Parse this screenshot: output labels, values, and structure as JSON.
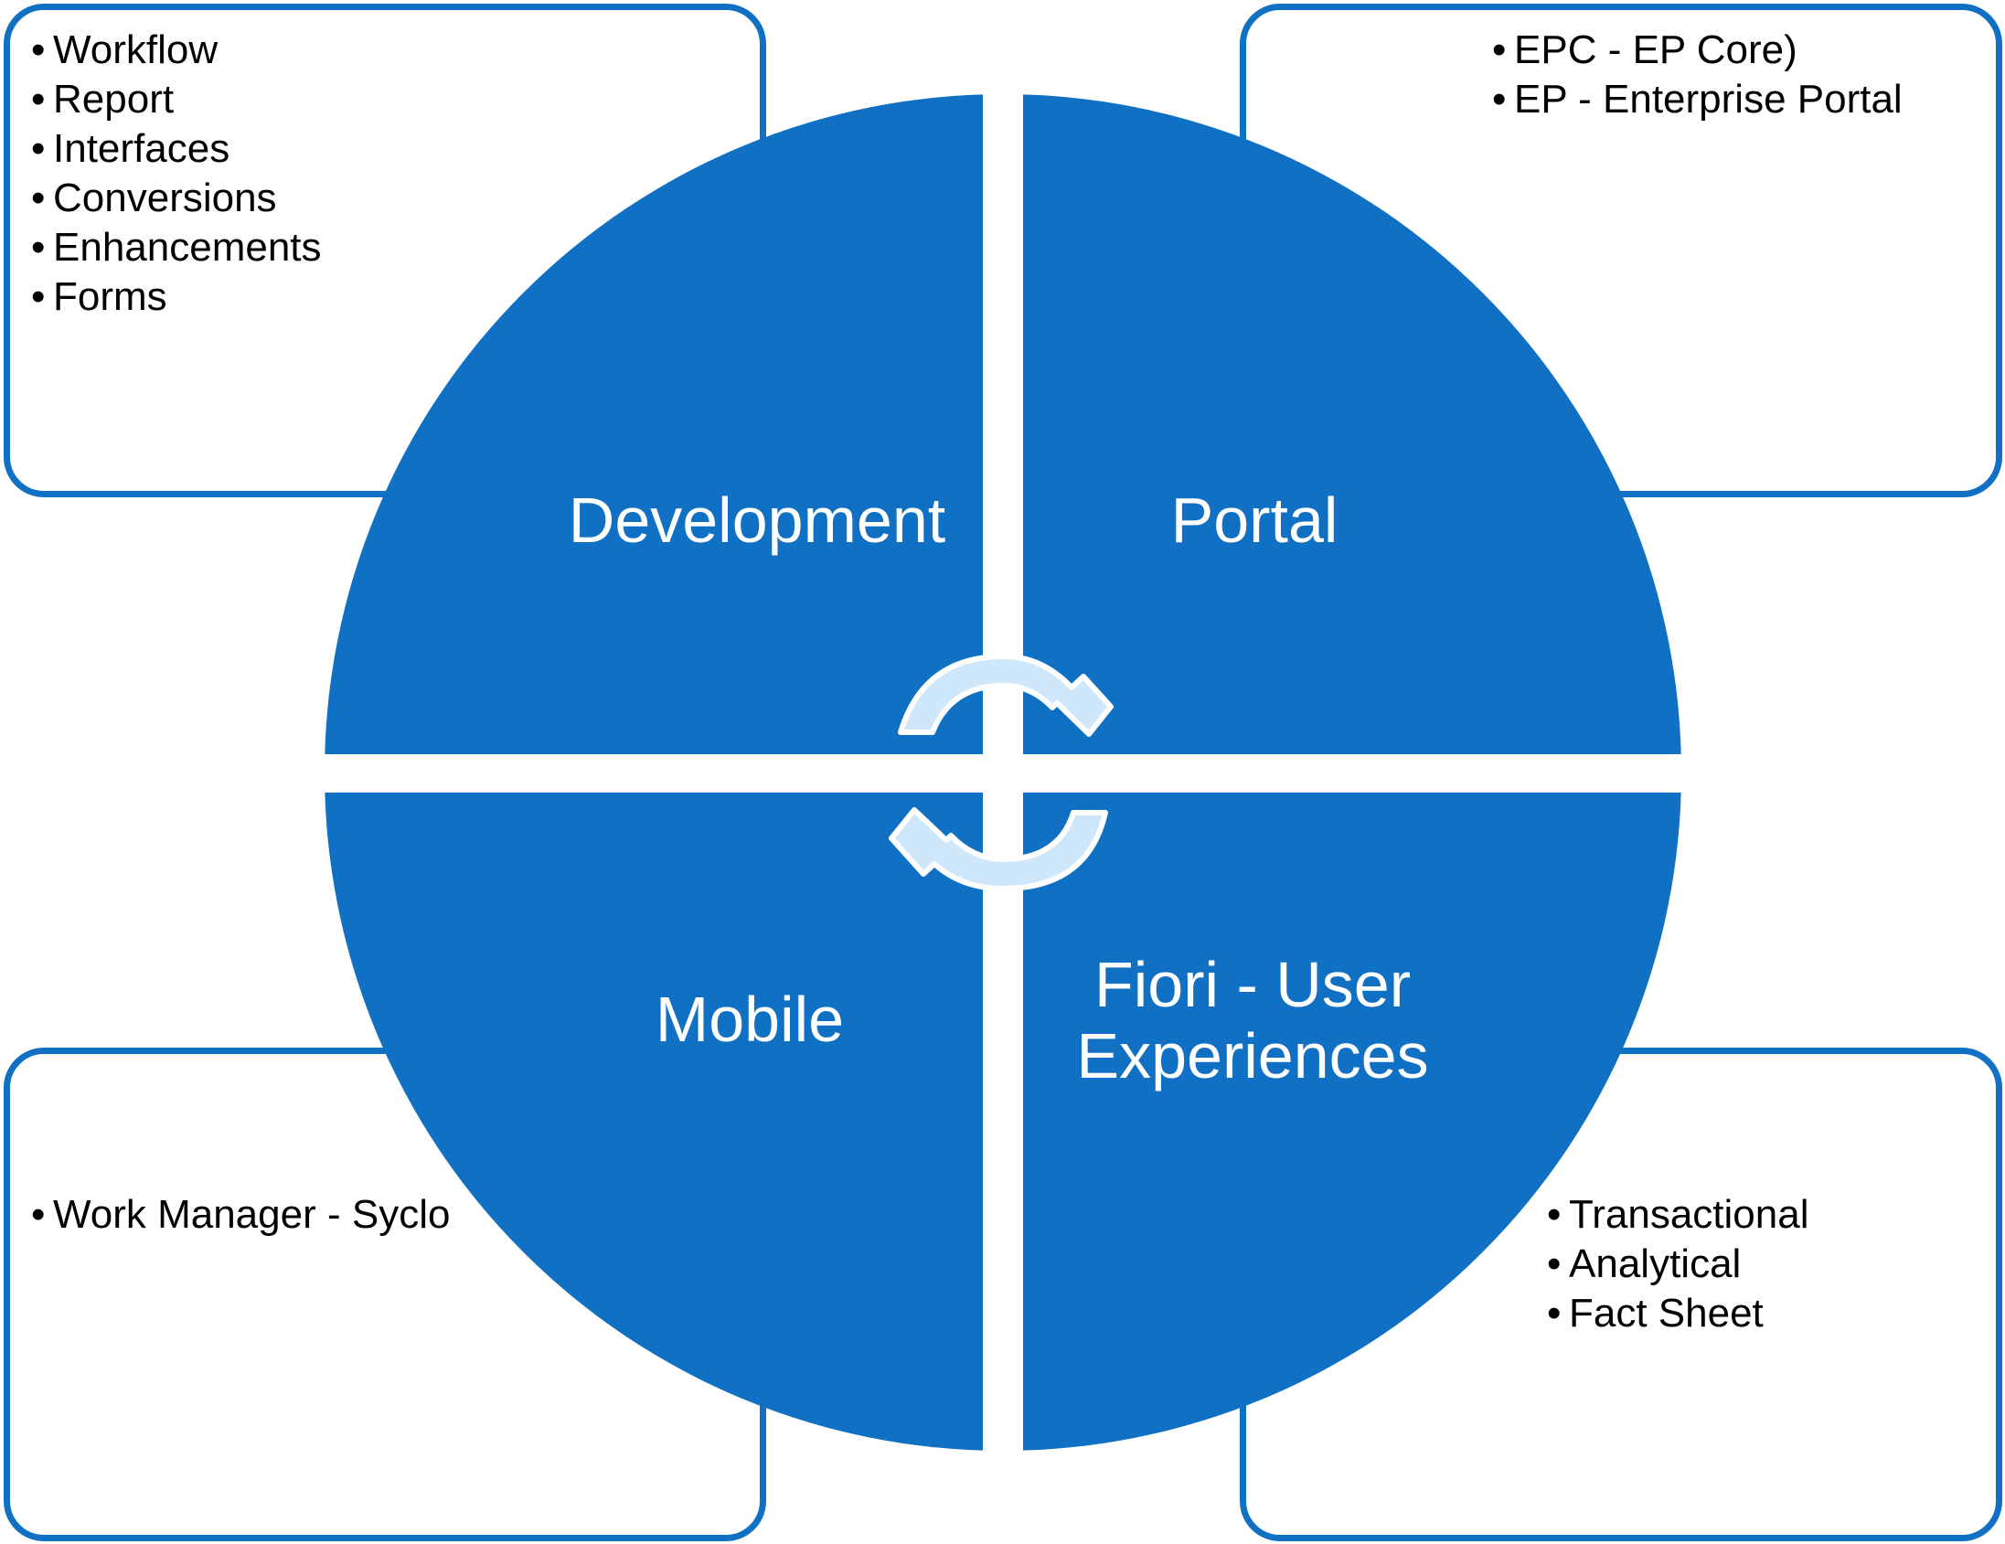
{
  "quadrants": {
    "development": {
      "title": "Development",
      "items": [
        "Workflow",
        "Report",
        "Interfaces",
        "Conversions",
        "Enhancements",
        "Forms"
      ]
    },
    "portal": {
      "title": "Portal",
      "items": [
        "EPC - EP Core)",
        "EP - Enterprise Portal"
      ]
    },
    "mobile": {
      "title": "Mobile",
      "items": [
        "Work Manager - Syclo"
      ]
    },
    "fiori": {
      "title_line1": "Fiori - User",
      "title_line2": "Experiences",
      "items": [
        "Transactional",
        "Analytical",
        "Fact Sheet"
      ]
    }
  },
  "colors": {
    "circle_fill": "#1071c4",
    "box_border": "#1071c4",
    "arrow_fill": "#cfe7fb",
    "label_text": "#ffffff"
  },
  "icons": {
    "cycle_arrows": [
      "refresh-arrow-top-icon",
      "refresh-arrow-bottom-icon"
    ]
  }
}
